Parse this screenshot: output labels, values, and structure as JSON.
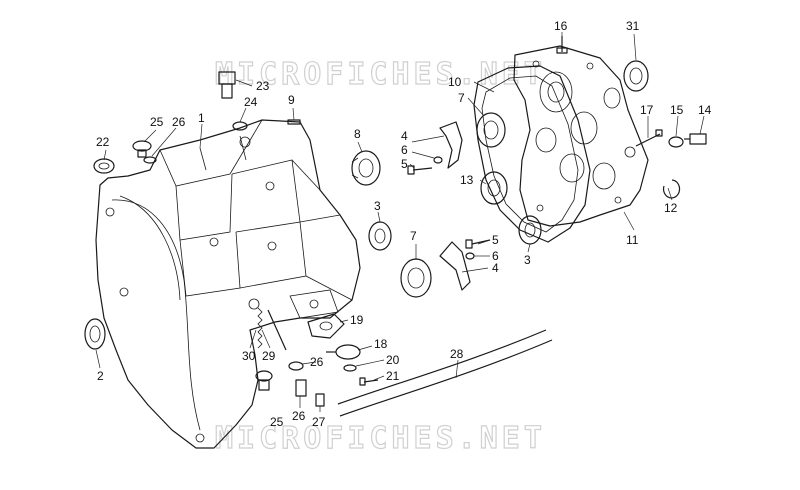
{
  "watermark": {
    "top": "MICROFICHES.NET",
    "bottom": "MICROFICHES.NET"
  },
  "callouts": [
    {
      "id": "c1",
      "text": "1"
    },
    {
      "id": "c2",
      "text": "2"
    },
    {
      "id": "c3a",
      "text": "3"
    },
    {
      "id": "c3b",
      "text": "3"
    },
    {
      "id": "c4a",
      "text": "4"
    },
    {
      "id": "c4b",
      "text": "4"
    },
    {
      "id": "c5a",
      "text": "5"
    },
    {
      "id": "c5b",
      "text": "5"
    },
    {
      "id": "c6a",
      "text": "6"
    },
    {
      "id": "c6b",
      "text": "6"
    },
    {
      "id": "c7a",
      "text": "7"
    },
    {
      "id": "c7b",
      "text": "7"
    },
    {
      "id": "c8",
      "text": "8"
    },
    {
      "id": "c9",
      "text": "9"
    },
    {
      "id": "c10",
      "text": "10"
    },
    {
      "id": "c11",
      "text": "11"
    },
    {
      "id": "c12",
      "text": "12"
    },
    {
      "id": "c13",
      "text": "13"
    },
    {
      "id": "c14",
      "text": "14"
    },
    {
      "id": "c15",
      "text": "15"
    },
    {
      "id": "c16",
      "text": "16"
    },
    {
      "id": "c17",
      "text": "17"
    },
    {
      "id": "c18",
      "text": "18"
    },
    {
      "id": "c19",
      "text": "19"
    },
    {
      "id": "c20",
      "text": "20"
    },
    {
      "id": "c21",
      "text": "21"
    },
    {
      "id": "c22",
      "text": "22"
    },
    {
      "id": "c23",
      "text": "23"
    },
    {
      "id": "c24",
      "text": "24"
    },
    {
      "id": "c25a",
      "text": "25"
    },
    {
      "id": "c25b",
      "text": "25"
    },
    {
      "id": "c26a",
      "text": "26"
    },
    {
      "id": "c26b",
      "text": "26"
    },
    {
      "id": "c26c",
      "text": "26"
    },
    {
      "id": "c27",
      "text": "27"
    },
    {
      "id": "c28",
      "text": "28"
    },
    {
      "id": "c29",
      "text": "29"
    },
    {
      "id": "c30",
      "text": "30"
    },
    {
      "id": "c31",
      "text": "31"
    }
  ]
}
